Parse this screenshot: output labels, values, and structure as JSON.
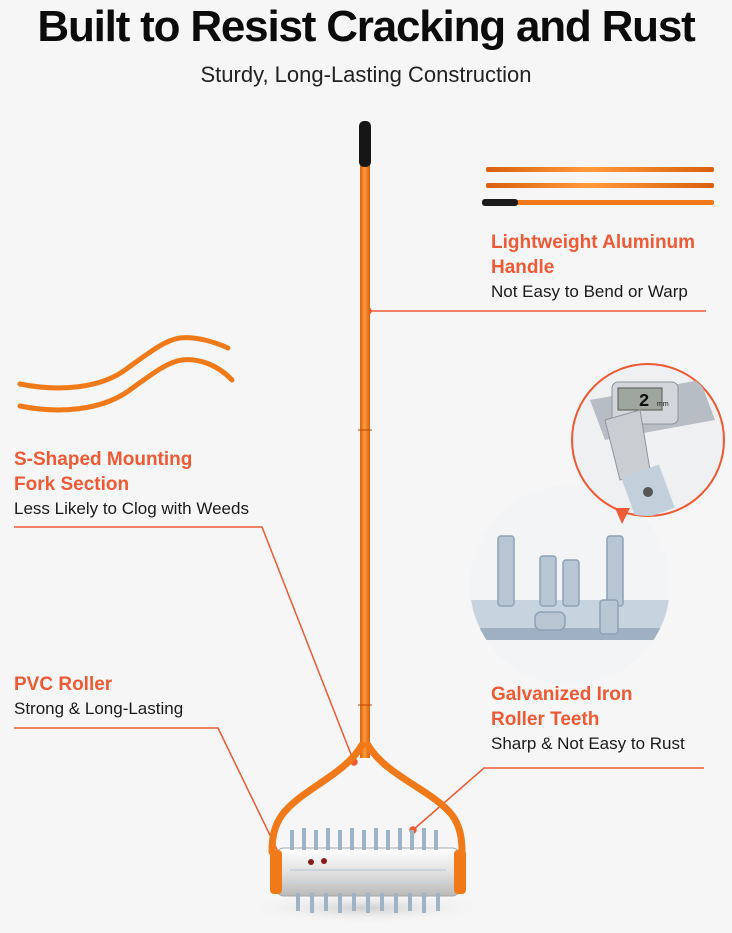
{
  "title": "Built to Resist Cracking and Rust",
  "subtitle": "Sturdy, Long-Lasting Construction",
  "features": [
    {
      "title_line1": "Lightweight Aluminum",
      "title_line2": "Handle",
      "desc": "Not Easy to Bend or Warp"
    },
    {
      "title_line1": "S-Shaped Mounting",
      "title_line2": "Fork Section",
      "desc": "Less Likely to Clog with Weeds"
    },
    {
      "title_line1": "PVC Roller",
      "title_line2": "",
      "desc": "Strong & Long-Lasting"
    },
    {
      "title_line1": "Galvanized Iron",
      "title_line2": "Roller Teeth",
      "desc": "Sharp & Not Easy to Rust"
    }
  ],
  "caliper_reading": "2",
  "caliper_unit": "mm",
  "colors": {
    "accent": "#ee5a35",
    "handle": "#f07a1a",
    "background": "#f6f6f6"
  }
}
